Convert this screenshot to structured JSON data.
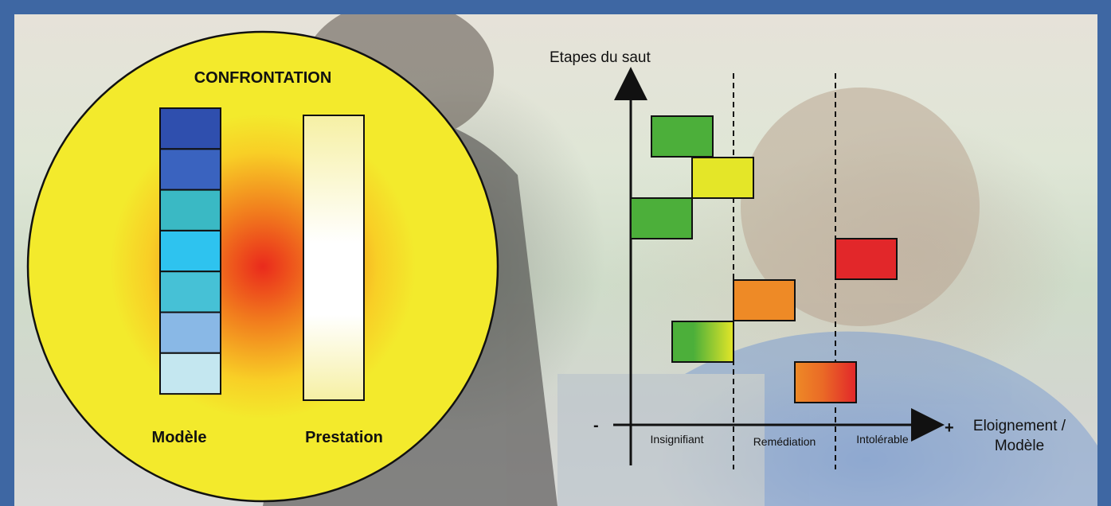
{
  "confrontation": {
    "title": "CONFRONTATION",
    "model_label": "Modèle",
    "performance_label": "Prestation",
    "model_colors": [
      "#2f4fae",
      "#3a63bf",
      "#3ab9c4",
      "#2ec3ef",
      "#46c1d6",
      "#89b8e6",
      "#c4e7f0"
    ]
  },
  "chart": {
    "y_axis_label": "Etapes du saut",
    "x_axis_minus": "-",
    "x_axis_plus": "+",
    "x_axis_label_line1": "Eloignement /",
    "x_axis_label_line2": "Modèle",
    "zones": [
      "Insignifiant",
      "Remédiation",
      "Intolérable"
    ]
  },
  "chart_data": {
    "type": "diagram",
    "y_label": "Etapes du saut",
    "x_label": "Eloignement / Modèle",
    "zones": [
      "Insignifiant",
      "Remédiation",
      "Intolérable"
    ],
    "steps": [
      {
        "zone": "Insignifiant",
        "colors": [
          "#4caf3a",
          "#4caf3a"
        ]
      },
      {
        "zone": "Insignifiant / Remédiation",
        "colors": [
          "#e4e628",
          "#e4e628"
        ]
      },
      {
        "zone": "Insignifiant",
        "colors": [
          "#4caf3a",
          "#4caf3a"
        ]
      },
      {
        "zone": "Intolérable",
        "colors": [
          "#e2272a",
          "#e2272a"
        ]
      },
      {
        "zone": "Remédiation",
        "colors": [
          "#ee8a26",
          "#ee8a26"
        ]
      },
      {
        "zone": "Insignifiant / Remédiation",
        "colors": [
          "#4caf3a",
          "#e4e628"
        ]
      },
      {
        "zone": "Remédiation / Intolérable",
        "colors": [
          "#ee8a26",
          "#e2272a"
        ]
      }
    ]
  }
}
